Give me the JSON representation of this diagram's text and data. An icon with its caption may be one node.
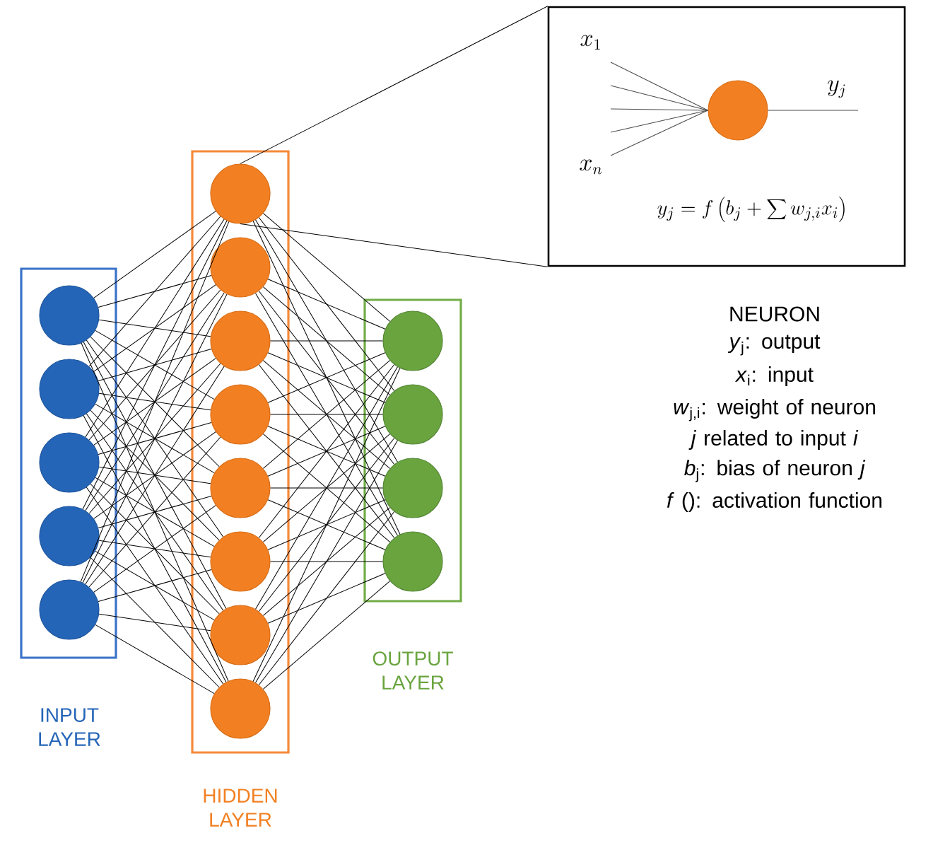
{
  "diagram": {
    "nodes": [
      {
        "text": [
          "INPUT LAYER"
        ]
      },
      {
        "text": [],
        "shape": "circle",
        "in": 0
      },
      {
        "text": [],
        "shape": "circle",
        "in": 0
      },
      {
        "text": [],
        "shape": "circle",
        "in": 0
      },
      {
        "text": [],
        "shape": "circle",
        "in": 0
      },
      {
        "text": [],
        "shape": "circle",
        "in": 0
      },
      {
        "text": [
          "HIDDEN LAYER"
        ]
      },
      {
        "text": [],
        "shape": "circle",
        "in": 6
      },
      {
        "text": [],
        "shape": "circle",
        "in": 6
      },
      {
        "text": [],
        "shape": "circle",
        "in": 6
      },
      {
        "text": [],
        "shape": "circle",
        "in": 6
      },
      {
        "text": [],
        "shape": "circle",
        "in": 6
      },
      {
        "text": [],
        "shape": "circle",
        "in": 6
      },
      {
        "text": [],
        "shape": "circle",
        "in": 6
      },
      {
        "text": [],
        "shape": "circle",
        "in": 6
      },
      {
        "text": [
          "OUTPUT LAYER"
        ]
      },
      {
        "text": [],
        "shape": "circle",
        "in": 15
      },
      {
        "text": [],
        "shape": "circle",
        "in": 15
      },
      {
        "text": [],
        "shape": "circle",
        "in": 15
      },
      {
        "text": [],
        "shape": "circle",
        "in": 15
      },
      {
        "text": [
          "y_j = f\\left(b_j + \\sum w_{j,i} x_i\\right)"
        ]
      },
      {
        "text": [],
        "shape": "circle",
        "in": 20
      }
    ],
    "edges": [
      {
        "from": 1,
        "to": 7,
        "arrow": "none"
      },
      {
        "from": 1,
        "to": 8,
        "arrow": "none"
      },
      {
        "from": 1,
        "to": 9,
        "arrow": "none"
      },
      {
        "from": 1,
        "to": 10,
        "arrow": "none"
      },
      {
        "from": 1,
        "to": 11,
        "arrow": "none"
      },
      {
        "from": 1,
        "to": 12,
        "arrow": "none"
      },
      {
        "from": 1,
        "to": 13,
        "arrow": "none"
      },
      {
        "from": 1,
        "to": 14,
        "arrow": "none"
      },
      {
        "from": 2,
        "to": 7,
        "arrow": "none"
      },
      {
        "from": 2,
        "to": 8,
        "arrow": "none"
      },
      {
        "from": 2,
        "to": 9,
        "arrow": "none"
      },
      {
        "from": 2,
        "to": 10,
        "arrow": "none"
      },
      {
        "from": 2,
        "to": 11,
        "arrow": "none"
      },
      {
        "from": 2,
        "to": 12,
        "arrow": "none"
      },
      {
        "from": 2,
        "to": 13,
        "arrow": "none"
      },
      {
        "from": 2,
        "to": 14,
        "arrow": "none"
      },
      {
        "from": 3,
        "to": 7,
        "arrow": "none"
      },
      {
        "from": 3,
        "to": 8,
        "arrow": "none"
      },
      {
        "from": 3,
        "to": 9,
        "arrow": "none"
      },
      {
        "from": 3,
        "to": 10,
        "arrow": "none"
      },
      {
        "from": 3,
        "to": 11,
        "arrow": "none"
      },
      {
        "from": 3,
        "to": 12,
        "arrow": "none"
      },
      {
        "from": 3,
        "to": 13,
        "arrow": "none"
      },
      {
        "from": 3,
        "to": 14,
        "arrow": "none"
      },
      {
        "from": 4,
        "to": 7,
        "arrow": "none"
      },
      {
        "from": 4,
        "to": 8,
        "arrow": "none"
      },
      {
        "from": 4,
        "to": 9,
        "arrow": "none"
      },
      {
        "from": 4,
        "to": 10,
        "arrow": "none"
      },
      {
        "from": 4,
        "to": 11,
        "arrow": "none"
      },
      {
        "from": 4,
        "to": 12,
        "arrow": "none"
      },
      {
        "from": 4,
        "to": 13,
        "arrow": "none"
      },
      {
        "from": 4,
        "to": 14,
        "arrow": "none"
      },
      {
        "from": 5,
        "to": 7,
        "arrow": "none"
      },
      {
        "from": 5,
        "to": 8,
        "arrow": "none"
      },
      {
        "from": 5,
        "to": 9,
        "arrow": "none"
      },
      {
        "from": 5,
        "to": 10,
        "arrow": "none"
      },
      {
        "from": 5,
        "to": 11,
        "arrow": "none"
      },
      {
        "from": 5,
        "to": 12,
        "arrow": "none"
      },
      {
        "from": 5,
        "to": 13,
        "arrow": "none"
      },
      {
        "from": 5,
        "to": 14,
        "arrow": "none"
      },
      {
        "from": 7,
        "to": 16,
        "arrow": "none"
      },
      {
        "from": 7,
        "to": 17,
        "arrow": "none"
      },
      {
        "from": 7,
        "to": 18,
        "arrow": "none"
      },
      {
        "from": 7,
        "to": 19,
        "arrow": "none"
      },
      {
        "from": 8,
        "to": 16,
        "arrow": "none"
      },
      {
        "from": 8,
        "to": 17,
        "arrow": "none"
      },
      {
        "from": 8,
        "to": 18,
        "arrow": "none"
      },
      {
        "from": 8,
        "to": 19,
        "arrow": "none"
      },
      {
        "from": 9,
        "to": 16,
        "arrow": "none"
      },
      {
        "from": 9,
        "to": 17,
        "arrow": "none"
      },
      {
        "from": 9,
        "to": 18,
        "arrow": "none"
      },
      {
        "from": 9,
        "to": 19,
        "arrow": "none"
      },
      {
        "from": 10,
        "to": 16,
        "arrow": "none"
      },
      {
        "from": 10,
        "to": 17,
        "arrow": "none"
      },
      {
        "from": 10,
        "to": 18,
        "arrow": "none"
      },
      {
        "from": 10,
        "to": 19,
        "arrow": "none"
      },
      {
        "from": 11,
        "to": 16,
        "arrow": "none"
      },
      {
        "from": 11,
        "to": 17,
        "arrow": "none"
      },
      {
        "from": 11,
        "to": 18,
        "arrow": "none"
      },
      {
        "from": 11,
        "to": 19,
        "arrow": "none"
      },
      {
        "from": 12,
        "to": 16,
        "arrow": "none"
      },
      {
        "from": 12,
        "to": 17,
        "arrow": "none"
      },
      {
        "from": 12,
        "to": 18,
        "arrow": "none"
      },
      {
        "from": 12,
        "to": 19,
        "arrow": "none"
      },
      {
        "from": 13,
        "to": 16,
        "arrow": "none"
      },
      {
        "from": 13,
        "to": 17,
        "arrow": "none"
      },
      {
        "from": 13,
        "to": 18,
        "arrow": "none"
      },
      {
        "from": 13,
        "to": 19,
        "arrow": "none"
      },
      {
        "from": 14,
        "to": 16,
        "arrow": "none"
      },
      {
        "from": 14,
        "to": 17,
        "arrow": "none"
      },
      {
        "from": 14,
        "to": 18,
        "arrow": "none"
      },
      {
        "from": 14,
        "to": 19,
        "arrow": "none"
      },
      {
        "from": 7,
        "to": 20,
        "arrow": "none"
      },
      {
        "from": 7,
        "to": 20,
        "arrow": "none"
      }
    ],
    "labels": [
      "x_1",
      "x_n",
      "y_j",
      "NEURON",
      "*y*$_{j}$: output",
      "*x*$_{i}$: input",
      "*w*$_{j,i}$: weight of neuron *j* related to input *i*",
      "*b*$_{j}$: bias of neuron *j*",
      "*f* (): activation function"
    ]
  }
}
